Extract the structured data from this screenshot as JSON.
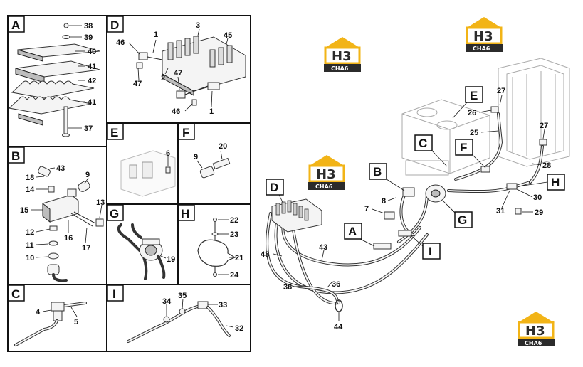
{
  "detail_panels": [
    {
      "id": "A",
      "label": "A",
      "parts": [
        "38",
        "39",
        "40",
        "41",
        "42",
        "41",
        "37"
      ]
    },
    {
      "id": "D",
      "label": "D",
      "parts": [
        "46",
        "1",
        "3",
        "45",
        "2",
        "47",
        "47",
        "46",
        "1"
      ]
    },
    {
      "id": "B",
      "label": "B",
      "parts": [
        "43",
        "18",
        "9",
        "14",
        "13",
        "15",
        "12",
        "16",
        "17",
        "11",
        "10"
      ]
    },
    {
      "id": "E",
      "label": "E",
      "parts": [
        "6"
      ]
    },
    {
      "id": "F",
      "label": "F",
      "parts": [
        "20",
        "9"
      ]
    },
    {
      "id": "G",
      "label": "G",
      "parts": [
        "19"
      ]
    },
    {
      "id": "H",
      "label": "H",
      "parts": [
        "22",
        "23",
        "21",
        "24"
      ]
    },
    {
      "id": "C",
      "label": "C",
      "parts": [
        "4",
        "5"
      ]
    },
    {
      "id": "I",
      "label": "I",
      "parts": [
        "34",
        "35",
        "33",
        "32"
      ]
    }
  ],
  "main_view": {
    "callouts": [
      "E",
      "C",
      "F",
      "B",
      "D",
      "A",
      "I",
      "G",
      "H"
    ],
    "parts": [
      "27",
      "26",
      "25",
      "27",
      "28",
      "8",
      "7",
      "30",
      "31",
      "29",
      "43",
      "43",
      "36",
      "36",
      "44"
    ]
  },
  "watermarks": [
    {
      "text": "H3",
      "sub": "CHA6"
    },
    {
      "text": "H3",
      "sub": "CHA6"
    },
    {
      "text": "H3",
      "sub": "CHA6"
    },
    {
      "text": "H3",
      "sub": "CHA6"
    }
  ],
  "colors": {
    "logo_gold": "#f2b417",
    "logo_dark": "#2b2b2b",
    "line": "#222222"
  }
}
